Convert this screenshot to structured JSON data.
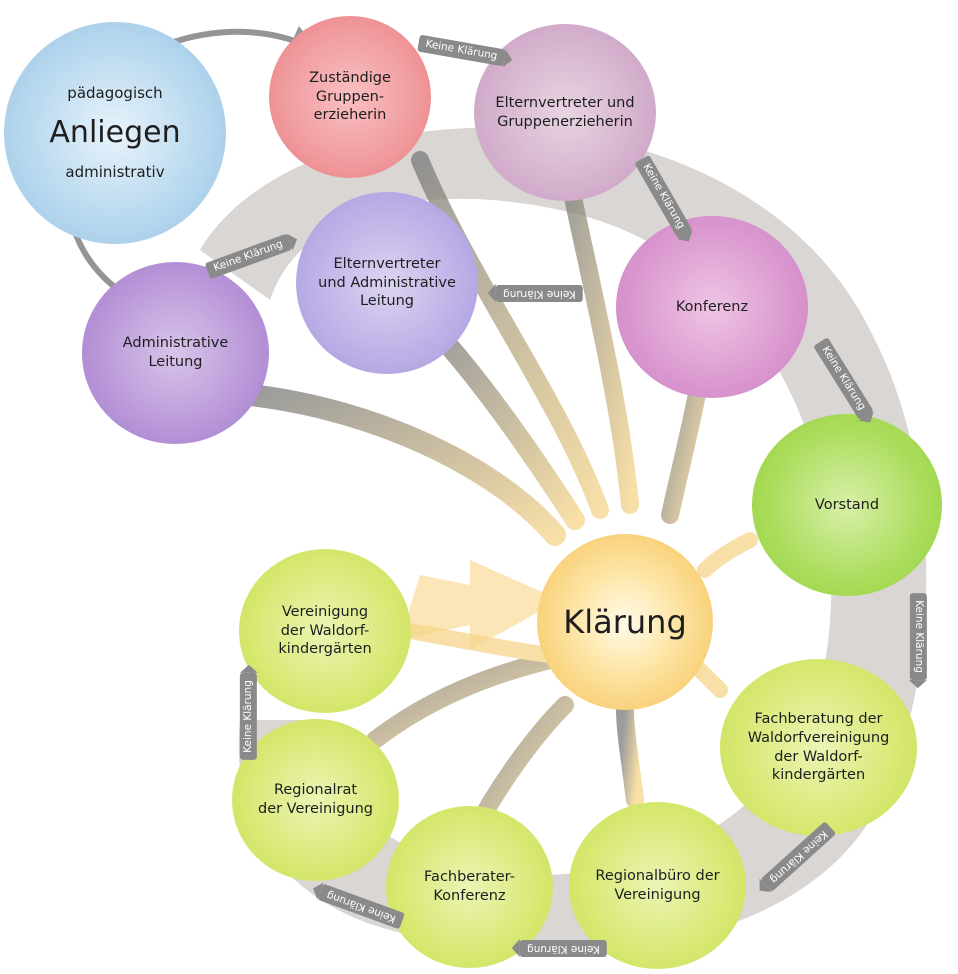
{
  "colors": {
    "blue": "#9ec8e6",
    "red": "#ef8a8e",
    "mauve": "#c8a8c8",
    "violet": "#b8a6dc",
    "purple": "#ae8ad2",
    "magenta": "#d48cc6",
    "green": "#9ed84c",
    "yellow_green": "#d6e660",
    "sun": "#fbd88a",
    "spiral": "#b6b2ae",
    "arrow": "#8a8a8a"
  },
  "anliegen": {
    "title": "Anliegen",
    "top": "pädagogisch",
    "bottom": "administrativ"
  },
  "center": {
    "label": "Klärung"
  },
  "nodes": {
    "gruppe": "Zuständige\nGruppen-\nerzieherin",
    "eltern_gruppe": "Elternvertreter und\nGruppenerzieherin",
    "eltern_admin": "Elternvertreter\nund Administrative\nLeitung",
    "admin": "Administrative\nLeitung",
    "konferenz": "Konferenz",
    "vorstand": "Vorstand",
    "fachberatung": "Fachberatung der\nWaldorfvereinigung\nder Waldorf-\nkindergärten",
    "regionalbuero": "Regionalbüro der\nVereinigung",
    "fachberater": "Fachberater-\nKonferenz",
    "regionalrat": "Regionalrat\nder Vereinigung",
    "vereinigung": "Vereinigung\nder Waldorf-\nkindergärten"
  },
  "keine_klaerung": "Keine Klärung"
}
